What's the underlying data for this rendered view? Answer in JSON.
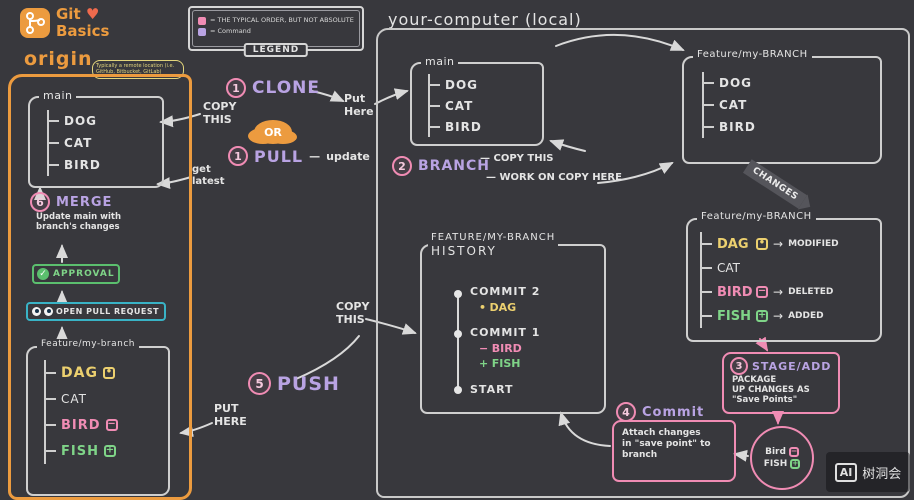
{
  "app": {
    "logo_line1": "Git",
    "logo_line2": "Basics",
    "logo_heart": "♥"
  },
  "glyphs": {
    "dot": "•",
    "minus": "−",
    "plus": "+",
    "check": "✓",
    "dash": "—",
    "arrow": "→"
  },
  "legend": {
    "title": "LEGEND",
    "item1": "= THE TYPICAL ORDER, BUT NOT ABSOLUTE",
    "item2": "= Command",
    "order_color": "#f08cb4",
    "command_color": "#b9a3e3"
  },
  "origin": {
    "title": "origin",
    "note": "Typically a remote location (i.e. GitHub, Bitbucket, GitLab)",
    "main": {
      "title": "main",
      "file1": "DOG",
      "file2": "CAT",
      "file3": "BIRD"
    },
    "merge": {
      "num": "6",
      "label": "MERGE",
      "desc1": "Update main with",
      "desc2": "branch's changes"
    },
    "approval": "APPROVAL",
    "pull_request": "OPEN PULL REQUEST",
    "feature": {
      "title": "Feature/my-branch",
      "file1": "DAG",
      "file2": "CAT",
      "file3": "BIRD",
      "file4": "FISH"
    }
  },
  "steps": {
    "clone": {
      "num": "1",
      "label": "CLONE"
    },
    "pull": {
      "num": "1",
      "label": "PULL",
      "suffix": "update"
    },
    "branch": {
      "num": "2",
      "label": "BRANCH"
    },
    "stage": {
      "num": "3",
      "label": "STAGE/ADD",
      "desc1": "PACKAGE",
      "desc2": "UP CHANGES AS",
      "desc3": "\"Save Points\""
    },
    "commit": {
      "num": "4",
      "label": "Commit",
      "desc1": "Attach changes",
      "desc2": "in \"save point\" to",
      "desc3": "branch"
    },
    "push": {
      "num": "5",
      "label": "PUSH"
    }
  },
  "notes": {
    "clone_copy_1": "COPY",
    "clone_copy_2": "THIS",
    "clone_put_1": "Put",
    "clone_put_2": "Here",
    "or": "OR",
    "get_latest_1": "get",
    "get_latest_2": "latest",
    "branch_copy": "COPY THIS",
    "branch_work": "WORK ON COPY HERE",
    "push_copy_1": "COPY",
    "push_copy_2": "THIS",
    "push_put_1": "PUT",
    "push_put_2": "HERE",
    "changes": "CHANGES"
  },
  "local": {
    "title": "your-computer (local)",
    "main": {
      "title": "main",
      "file1": "DOG",
      "file2": "CAT",
      "file3": "BIRD"
    },
    "feature1": {
      "title": "Feature/my-BRANCH",
      "file1": "DOG",
      "file2": "CAT",
      "file3": "BIRD"
    },
    "feature2": {
      "title": "Feature/my-BRANCH",
      "file1": "DAG",
      "ann1": "MODIFIED",
      "file2": "CAT",
      "file3": "BIRD",
      "ann3": "DELETED",
      "file4": "FISH",
      "ann4": "ADDED"
    },
    "history": {
      "title1": "FEATURE/MY-BRANCH",
      "title2": "HISTORY",
      "commit2": "COMMIT 2",
      "commit2_change": "DAG",
      "commit1": "COMMIT 1",
      "commit1_del": "BIRD",
      "commit1_add": "FISH",
      "start": "START"
    },
    "savepoint": {
      "item1": "Bird",
      "item2": "FISH"
    }
  },
  "watermark": {
    "logo": "AI",
    "text": "树洞会"
  },
  "colors": {
    "background": "#38383d",
    "chalk": "#e4e4e4",
    "orange": "#ec9b3f",
    "purple": "#b9a3e3",
    "pink": "#f08cb4",
    "green": "#7fd488",
    "yellow": "#ecd06f",
    "teal": "#39b3c6",
    "approval_green": "#5bbf6e"
  }
}
